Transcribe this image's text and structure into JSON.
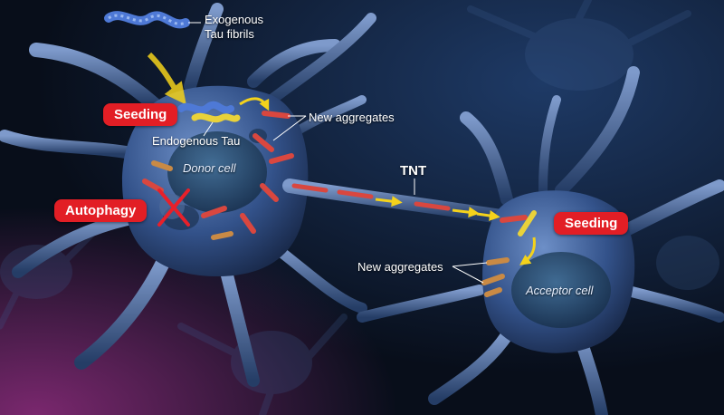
{
  "labels": {
    "exogenous_line1": "Exogenous",
    "exogenous_line2": "Tau fibrils",
    "seeding_left": "Seeding",
    "seeding_right": "Seeding",
    "new_aggregates_top": "New aggregates",
    "new_aggregates_bottom": "New aggregates",
    "endogenous_tau": "Endogenous Tau",
    "donor_cell": "Donor cell",
    "acceptor_cell": "Acceptor cell",
    "tnt": "TNT",
    "autophagy": "Autophagy"
  },
  "colors": {
    "background": "#0b1220",
    "cell_body": "#2f4c7e",
    "nucleus": "#1d3f63",
    "badge": "#e21e25",
    "arrow_yellow": "#f4d21b",
    "tau_fibril_blue": "#4e79d6",
    "endogenous_tau_yellow": "#e9d23a",
    "aggregate_red": "#d9473f",
    "aggregate_orange": "#c98a45",
    "cross_red": "#e8202a"
  }
}
